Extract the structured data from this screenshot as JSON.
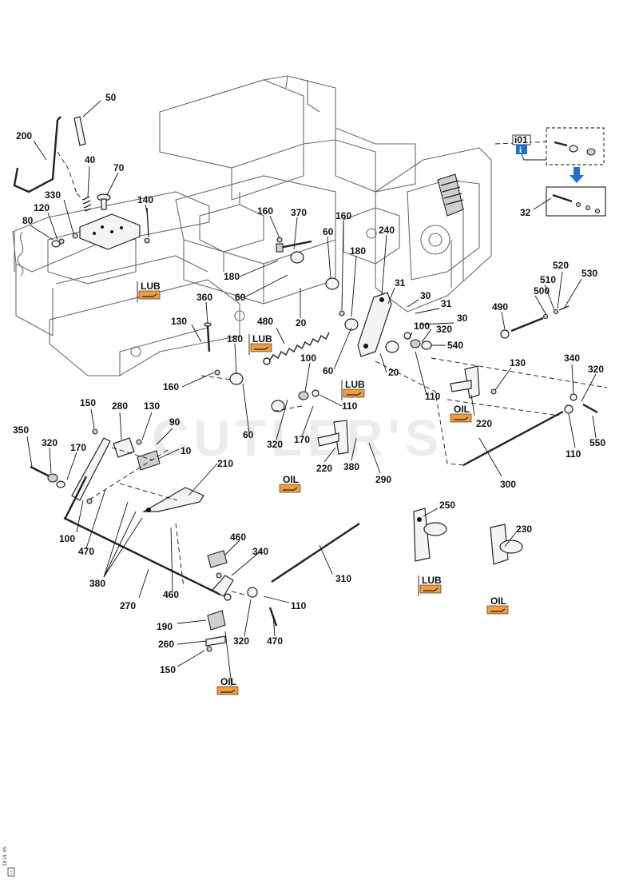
{
  "watermark": "CUTLER'S",
  "info_box": {
    "code": "i01",
    "icon": "info-icon",
    "arrow": "down-arrow-icon",
    "result_label": "32"
  },
  "tags": {
    "lub_1": "LUB",
    "lub_2": "LUB",
    "lub_3": "LUB",
    "lub_4": "LUB",
    "oil_1": "OIL",
    "oil_2": "OIL",
    "oil_3": "OIL",
    "oil_4": "OIL"
  },
  "callouts": [
    "50",
    "200",
    "40",
    "70",
    "330",
    "120",
    "80",
    "140",
    "160",
    "370",
    "160",
    "60",
    "240",
    "180",
    "180",
    "60",
    "31",
    "30",
    "31",
    "30",
    "520",
    "530",
    "500",
    "510",
    "490",
    "360",
    "130",
    "480",
    "20",
    "180",
    "100",
    "320",
    "540",
    "60",
    "20",
    "110",
    "130",
    "160",
    "100",
    "110",
    "340",
    "320",
    "150",
    "280",
    "130",
    "90",
    "10",
    "350",
    "320",
    "170",
    "60",
    "320",
    "170",
    "220",
    "380",
    "290",
    "220",
    "110",
    "550",
    "300",
    "210",
    "250",
    "230",
    "100",
    "470",
    "460",
    "340",
    "380",
    "270",
    "460",
    "310",
    "110",
    "190",
    "260",
    "150",
    "320",
    "470"
  ],
  "footer": {
    "doc_code": "2014-05",
    "icon": "page-icon"
  }
}
